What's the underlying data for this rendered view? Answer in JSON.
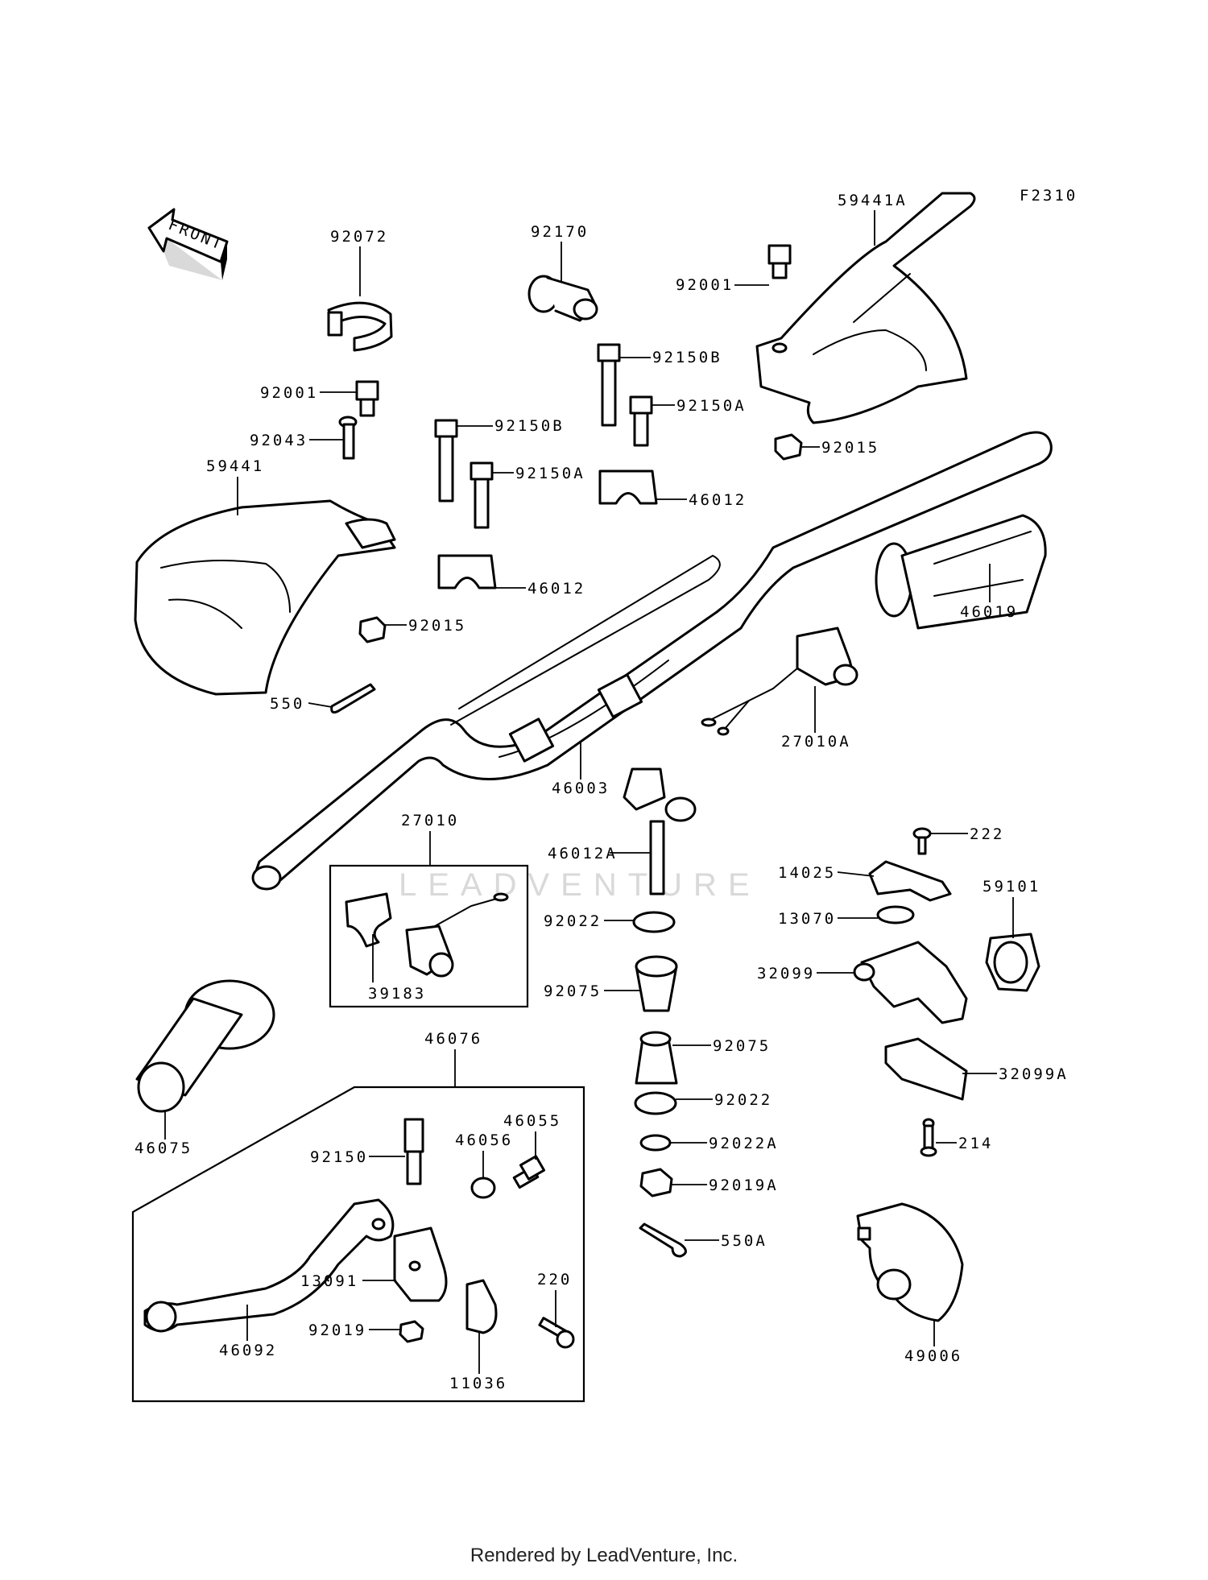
{
  "diagram_code": "F2310",
  "front_label": "FRONT",
  "watermark": "LEADVENTURE",
  "footer": "Rendered by LeadVenture, Inc.",
  "part_numbers": {
    "p92072": "92072",
    "p92170": "92170",
    "p59441A": "59441A",
    "p92001_top": "92001",
    "p92150B_top": "92150B",
    "p92150A_top": "92150A",
    "p92015_top": "92015",
    "p92001_left": "92001",
    "p92043": "92043",
    "p59441": "59441",
    "p92150B_mid": "92150B",
    "p92150A_mid": "92150A",
    "p46012_upper": "46012",
    "p46012_lower": "46012",
    "p92015_left": "92015",
    "p46019": "46019",
    "p550": "550",
    "p27010A": "27010A",
    "p46003": "46003",
    "p27010": "27010",
    "p46012A": "46012A",
    "p222": "222",
    "p14025": "14025",
    "p59101": "59101",
    "p13070": "13070",
    "p92022_upper": "92022",
    "p39183": "39183",
    "p32099": "32099",
    "p92075_upper": "92075",
    "p92075_lower": "92075",
    "p32099A": "32099A",
    "p46076": "46076",
    "p46075": "46075",
    "p92022_lower": "92022",
    "p46055": "46055",
    "p46056": "46056",
    "p92022A": "92022A",
    "p214": "214",
    "p92150": "92150",
    "p92019A": "92019A",
    "p550A": "550A",
    "p220": "220",
    "p13091": "13091",
    "p92019": "92019",
    "p46092": "46092",
    "p11036": "11036",
    "p49006": "49006"
  }
}
